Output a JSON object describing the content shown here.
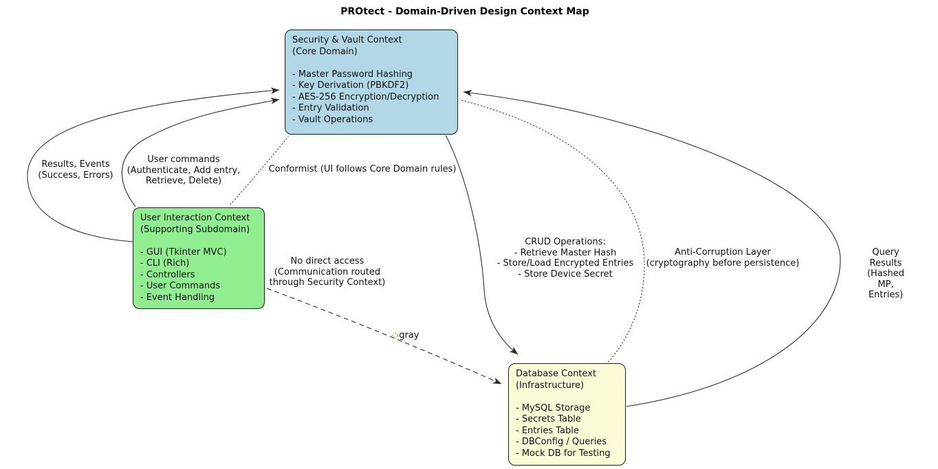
{
  "title": "PROtect - Domain-Driven Design Context Map",
  "colors": {
    "security_fill": "#B2D8E8",
    "user_interaction_fill": "#90EE90",
    "database_fill": "#FBFBD8",
    "edge_stroke": "#2d2d2d",
    "diamond": "#d98c21"
  },
  "nodes": {
    "security": {
      "title_lines": [
        "Security & Vault Context",
        "(Core Domain)"
      ],
      "items": [
        "- Master Password Hashing",
        "- Key Derivation (PBKDF2)",
        "- AES-256 Encryption/Decryption",
        "- Entry Validation",
        "- Vault Operations"
      ]
    },
    "user_interaction": {
      "title_lines": [
        "User Interaction Context",
        "(Supporting Subdomain)"
      ],
      "items": [
        "- GUI (Tkinter MVC)",
        "- CLI (Rich)",
        "- Controllers",
        "- User Commands",
        "- Event Handling"
      ]
    },
    "database": {
      "title_lines": [
        "Database Context",
        "(Infrastructure)"
      ],
      "items": [
        "- MySQL Storage",
        "- Secrets Table",
        "- Entries Table",
        "- DBConfig / Queries",
        "- Mock DB for Testing"
      ]
    }
  },
  "edge_labels": {
    "results_events": [
      "Results, Events",
      "(Success, Errors)"
    ],
    "user_commands": [
      "User commands",
      "(Authenticate, Add entry,",
      "Retrieve, Delete)"
    ],
    "conformist": [
      "Conformist (UI follows Core Domain rules)"
    ],
    "no_direct_access": [
      "No direct access",
      "(Communication routed",
      "through Security Context)"
    ],
    "gray_marker": {
      "icon": "◇",
      "label": "gray"
    },
    "crud": [
      "CRUD Operations:",
      "- Retrieve Master Hash",
      "- Store/Load Encrypted Entries",
      "- Store Device Secret"
    ],
    "anti_corruption": [
      "Anti-Corruption Layer",
      "(cryptography before persistence)"
    ],
    "query_results": [
      "Query Results",
      "(Hashed MP, Entries)"
    ]
  }
}
